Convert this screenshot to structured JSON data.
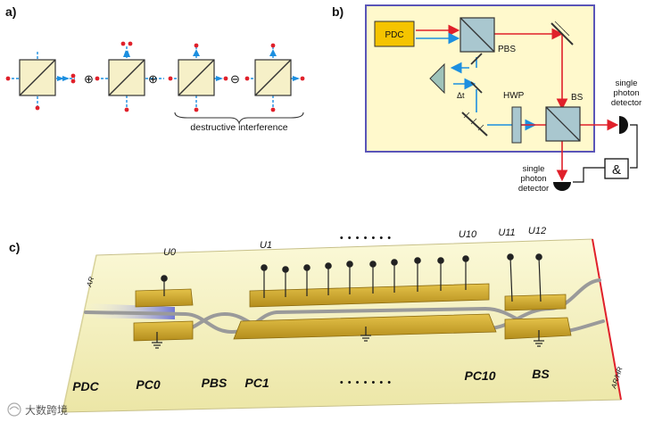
{
  "panel_labels": {
    "a": "a)",
    "b": "b)",
    "c": "c)"
  },
  "panel_a": {
    "operators": [
      "⊕",
      "⊕",
      "⊖"
    ],
    "caption": "destructive interference"
  },
  "panel_b": {
    "pdc": "PDC",
    "pbs": "PBS",
    "delay": "Δt",
    "hwp": "HWP",
    "bs": "BS",
    "detector_right": [
      "single",
      "photon",
      "detector"
    ],
    "detector_bottom": [
      "single",
      "photon",
      "detector"
    ],
    "coincidence": "&"
  },
  "panel_c": {
    "electrodes": [
      "U0",
      "U1",
      "U10",
      "U11",
      "U12"
    ],
    "ellipsis_top": "• • • • • • •",
    "ellipsis_bottom": "• • • • • • •",
    "left_facet": "AR",
    "right_facet": "AR/HR",
    "components": [
      "PDC",
      "PC0",
      "PBS",
      "PC1",
      "PC10",
      "BS"
    ]
  },
  "watermark": "大数跨境",
  "colors": {
    "cube_fill": "#f6f0c8",
    "panel_b_bg": "#fff9cc",
    "panel_b_border": "#5a55b8",
    "pdc_fill": "#f5c400",
    "red_beam": "#e0202a",
    "blue_beam": "#1c8fe0",
    "gold": "#c9a32a",
    "chip": "#f7f3c4"
  }
}
